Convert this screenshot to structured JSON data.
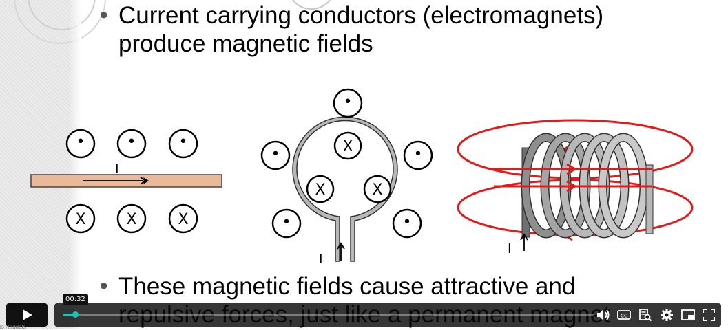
{
  "slide": {
    "bullets": [
      "Current carrying conductors (electromagnets) produce magnetic fields",
      "These magnetic fields cause attractive and repulsive forces, just like a permanent magnet"
    ]
  },
  "diagrams": {
    "wire": {
      "current_label": "I",
      "out_symbol": "•",
      "in_symbol": "X"
    },
    "loop": {
      "current_label": "I",
      "out_symbol": "•",
      "in_symbol": "X"
    },
    "solenoid": {
      "current_label": "I"
    }
  },
  "player": {
    "current_time": "00:32",
    "progress": 0.022,
    "bottom_label": "ls Raddats"
  },
  "colors": {
    "wire": "#e9b99a",
    "field_lines": "#e41a1a",
    "coil_dark": "#6f6f6f",
    "coil_light": "#b8b8b8",
    "progress": "#19c4b8"
  },
  "icons": [
    "play-icon",
    "volume-icon",
    "captions-icon",
    "transcript-icon",
    "settings-icon",
    "pip-icon",
    "fullscreen-icon"
  ]
}
